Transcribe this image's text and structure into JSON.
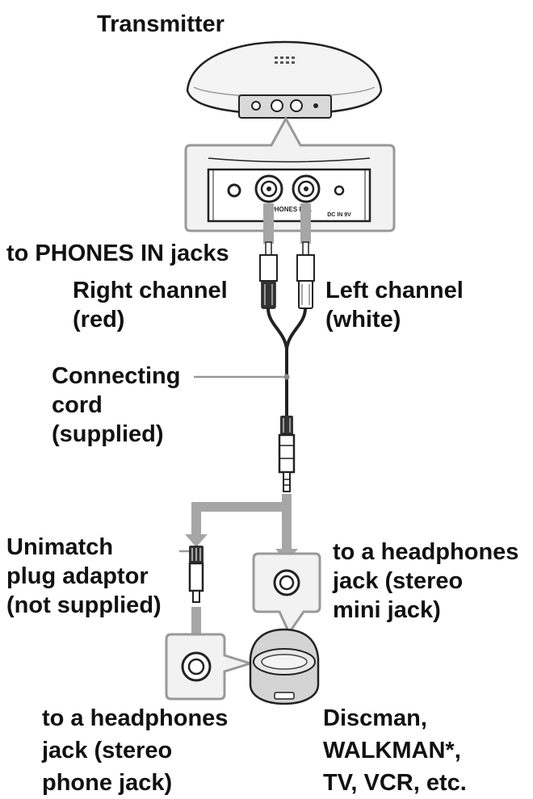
{
  "labels": {
    "transmitter": "Transmitter",
    "phones_in": "to PHONES IN jacks",
    "right_channel": [
      "Right channel",
      "(red)"
    ],
    "left_channel": [
      "Left channel",
      "(white)"
    ],
    "connecting_cord": [
      "Connecting",
      "cord",
      "(supplied)"
    ],
    "unimatch": [
      "Unimatch",
      "plug adaptor",
      "(not supplied)"
    ],
    "mini_jack": [
      "to a headphones",
      "jack (stereo",
      "mini jack)"
    ],
    "phone_jack": [
      "to a headphones",
      "jack (stereo",
      "phone jack)"
    ],
    "devices": [
      "Discman,",
      "WALKMAN*,",
      "TV, VCR, etc."
    ]
  },
  "panel_text": {
    "phones_in_small": "R-PHONES IN-L",
    "dc_in_small": "DC IN 9V"
  },
  "colors": {
    "cable": "#a6a6a6",
    "outline": "#222222",
    "box_fill": "#f2f2f2",
    "box_stroke": "#999999"
  }
}
